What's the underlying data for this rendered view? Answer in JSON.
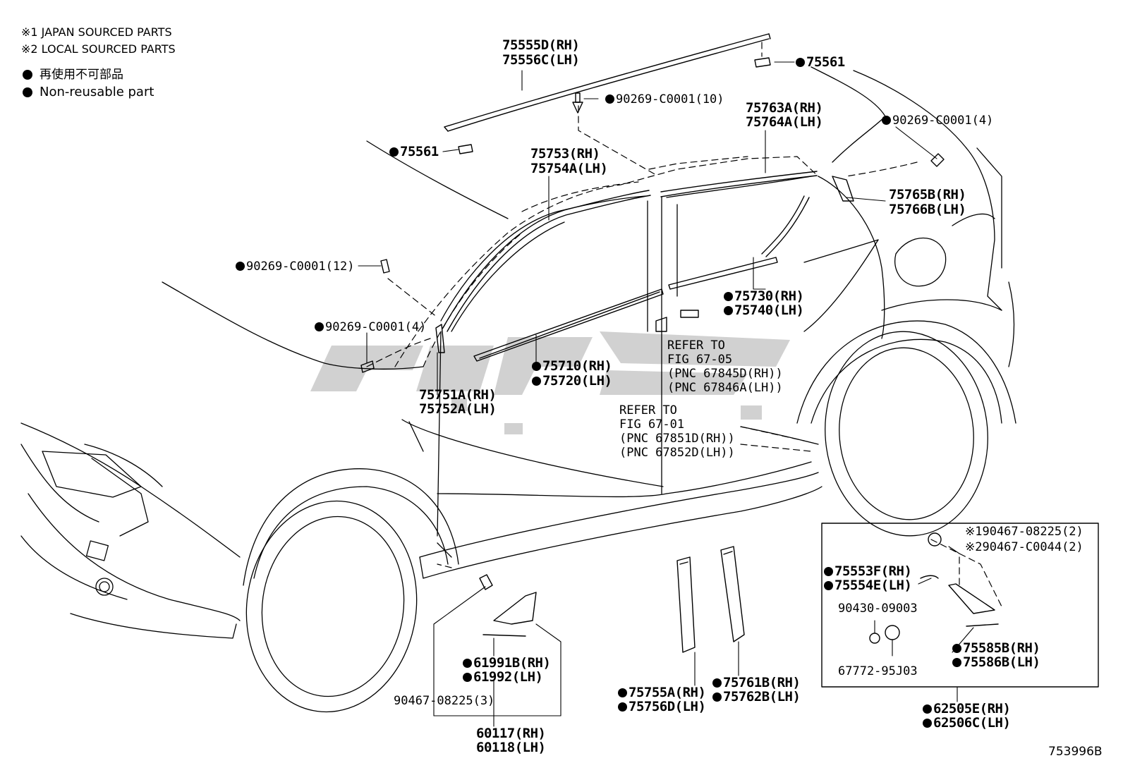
{
  "notes": {
    "japan_sourced": "※1 JAPAN SOURCED PARTS",
    "local_sourced": "※2 LOCAL SOURCED PARTS",
    "non_reusable_jp": "再使用不可部品",
    "non_reusable_en": "Non-reusable part"
  },
  "labels": {
    "p75555d": "75555D(RH)",
    "p75556c": "75556C(LH)",
    "p75561_top": "75561",
    "p75561_left": "75561",
    "clip10": "90269-C0001(10)",
    "clip4_rear": "90269-C0001(4)",
    "p75763a": "75763A(RH)",
    "p75764a": "75764A(LH)",
    "p75753": "75753(RH)",
    "p75754a": "75754A(LH)",
    "p75765b": "75765B(RH)",
    "p75766b": "75766B(LH)",
    "clip12": "90269-C0001(12)",
    "p75730": "75730(RH)",
    "p75740": "75740(LH)",
    "clip4_front": "90269-C0001(4)",
    "refer1_a": "REFER TO",
    "refer1_b": "FIG 67-05",
    "refer1_c": "(PNC 67845D(RH))",
    "refer1_d": "(PNC 67846A(LH))",
    "p75710": "75710(RH)",
    "p75720": "75720(LH)",
    "p75751a": "75751A(RH)",
    "p75752a": "75752A(LH)",
    "refer2_a": "REFER TO",
    "refer2_b": "FIG 67-01",
    "refer2_c": "(PNC 67851D(RH))",
    "refer2_d": "(PNC 67852D(LH))",
    "box_clip1": "※190467-08225(2)",
    "box_clip2": "※290467-C0044(2)",
    "p75553f": "75553F(RH)",
    "p75554e": "75554E(LH)",
    "p90430": "90430-09003",
    "p75585b": "75585B(RH)",
    "p75586b": "75586B(LH)",
    "p67772": "67772-95J03",
    "p62505e": "62505E(RH)",
    "p62506c": "62506C(LH)",
    "p61991b": "61991B(RH)",
    "p61992": "61992(LH)",
    "p90467_3": "90467-08225(3)",
    "p60117": "60117(RH)",
    "p60118": "60118(LH)",
    "p75755a": "75755A(RH)",
    "p75756d": "75756D(LH)",
    "p75761b": "75761B(RH)",
    "p75762b": "75762B(LH)",
    "figure_no": "753996B"
  },
  "colors": {
    "line": "#000000",
    "watermark": "#c9c9c9"
  }
}
